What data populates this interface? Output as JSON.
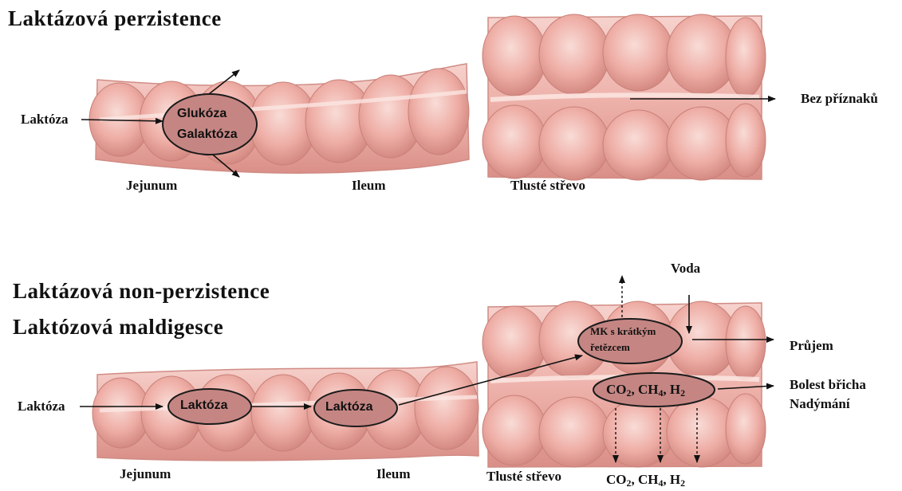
{
  "panel_top": {
    "title": "Laktázová perzistence",
    "input_label": "Laktóza",
    "products": [
      "Glukóza",
      "Galaktóza"
    ],
    "segments": [
      "Jejunum",
      "Ileum",
      "Tlusté střevo"
    ],
    "outcome": "Bez příznaků"
  },
  "panel_bottom": {
    "title_line1": "Laktázová non-perzistence",
    "title_line2": "Laktózová maldigesce",
    "input_label": "Laktóza",
    "node_1": "Laktóza",
    "node_2": "Laktóza",
    "scfa_line1": "MK s krátkým",
    "scfa_line2": "řetězcem",
    "gases": {
      "co2": "CO",
      "ch4": "CH",
      "h2": "H",
      "co2_sub": "2",
      "ch4_sub": "4",
      "h2_sub": "2"
    },
    "water": "Voda",
    "outcome_1": "Průjem",
    "outcome_2a": "Bolest břicha",
    "outcome_2b": "Nadýmání",
    "segments": [
      "Jejunum",
      "Ileum",
      "Tlusté střevo"
    ]
  },
  "colors": {
    "intestine_light": "#f4c6c0",
    "intestine_mid": "#e8a59e",
    "intestine_shadow": "#c98078",
    "node_fill": "#c58683",
    "node_stroke": "#1b1b1b",
    "arrow": "#111111"
  }
}
